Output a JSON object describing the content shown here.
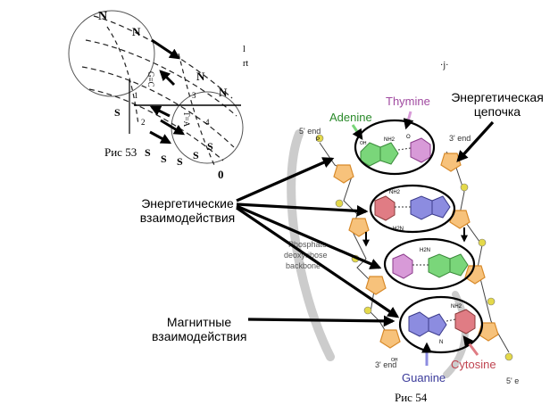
{
  "fig53": {
    "caption": "Рис 53",
    "letters": {
      "n_top": "N",
      "n_mid": "N",
      "n_r1": "N",
      "n_r2": "N",
      "s_l": "S",
      "s1": "S",
      "s2": "S",
      "s3": "S",
      "s4": "S",
      "s5": "S",
      "zero": "0",
      "g_pair": "G≡C",
      "t_pair": "T=A",
      "n1": "1",
      "n2": "2",
      "n3": "3",
      "n4": "4"
    }
  },
  "fig54": {
    "caption": "Рис 54",
    "bases": {
      "adenine": "Adenine",
      "thymine": "Thymine",
      "guanine": "Guanine",
      "cytosine": "Cytosine"
    },
    "ends": {
      "five_top": "5' end",
      "three_top": "3' end",
      "three_bottom": "3' end",
      "five_bottom": "5' е"
    },
    "backbone_label": [
      "Phosphate",
      "deoxyribose",
      "backbone"
    ],
    "chem": {
      "nh2": "NH2",
      "o": "O",
      "oh": "OH",
      "n": "N",
      "h2n": "H2N",
      "p": "P"
    },
    "colors": {
      "adenine": "#7ad67a",
      "thymine": "#d89ad8",
      "guanine": "#8c8ce0",
      "cytosine": "#e07c84",
      "sugar": "#f2a94c",
      "phosphate": "#e4d94a"
    }
  },
  "labels": {
    "energy_chain": [
      "Энергетическая",
      "цепочка"
    ],
    "energy_interactions": [
      "Энергетические",
      "взаимодействия"
    ],
    "magnetic_interactions": [
      "Магнитные",
      "взаимодействия"
    ]
  },
  "stray_text": {
    "l": "l",
    "rt": "rt",
    "j": "·j·"
  }
}
